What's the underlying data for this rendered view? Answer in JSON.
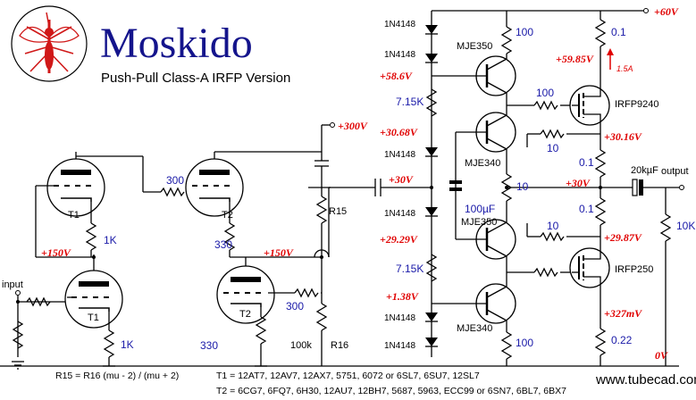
{
  "title": "Moskido",
  "subtitle": "Push-Pull Class-A IRFP Version",
  "website": "www.tubecad.com",
  "notes": {
    "r15_formula": "R15 = R16 (mu - 2) / (mu + 2)",
    "t1_list": "T1 = 12AT7, 12AV7, 12AX7, 5751, 6072 or 6SL7, 6SU7, 12SL7",
    "t2_list": "T2 = 6CG7, 6FQ7, 6H30, 12AU7, 12BH7, 5687, 5963, ECC99 or 6SN7, 6BL7, 6BX7"
  },
  "labels": {
    "input": "input",
    "output": "output",
    "t1_top": "T1",
    "t1_bottom": "T1",
    "t2_top": "T2",
    "t2_bottom": "T2",
    "r_1k_top": "1K",
    "r_1k_bottom": "1K",
    "r_300_top": "300",
    "r_300_bottom": "300",
    "r_330_top": "330",
    "r_330_bottom": "330",
    "r15": "R15",
    "r16": "R16",
    "r_100k": "100k",
    "d1": "1N4148",
    "d2": "1N4148",
    "d3": "1N4148",
    "d4": "1N4148",
    "d5": "1N4148",
    "d6": "1N4148",
    "r_715k_top": "7.15K",
    "r_715k_bottom": "7.15K",
    "q_mje350_top": "MJE350",
    "q_mje340_top": "MJE340",
    "q_mje350_bottom": "MJE350",
    "q_mje340_bottom": "MJE340",
    "c_100uf": "100µF",
    "r_100_top": "100",
    "r_100_mid": "100",
    "r_100_bottom": "100",
    "r_10_center": "10",
    "r_10_top": "10",
    "r_10_bottom": "10",
    "q_irfp9240": "IRFP9240",
    "q_irfp250": "IRFP250",
    "r_01_top": "0.1",
    "r_01_mid_a": "0.1",
    "r_01_mid_b": "0.1",
    "r_022": "0.22",
    "c_20kuf": "20kµF",
    "r_10k": "10K",
    "current": "1.5A"
  },
  "voltages": {
    "v_300": "+300V",
    "v_60": "+60V",
    "v_150_a": "+150V",
    "v_150_b": "+150V",
    "v_30_in": "+30V",
    "v_586": "+58.6V",
    "v_3068": "+30.68V",
    "v_2929": "+29.29V",
    "v_138": "+1.38V",
    "v_5985": "+59.85V",
    "v_3016": "+30.16V",
    "v_30_out": "+30V",
    "v_2987": "+29.87V",
    "v_327": "+327mV",
    "v_0": "0V"
  },
  "colors": {
    "title": "#14148c",
    "component_labels": "#1a1aa8",
    "voltages": "#e00000",
    "logo_accent": "#d01818"
  },
  "icons": {
    "logo": "mosquito-logo"
  }
}
